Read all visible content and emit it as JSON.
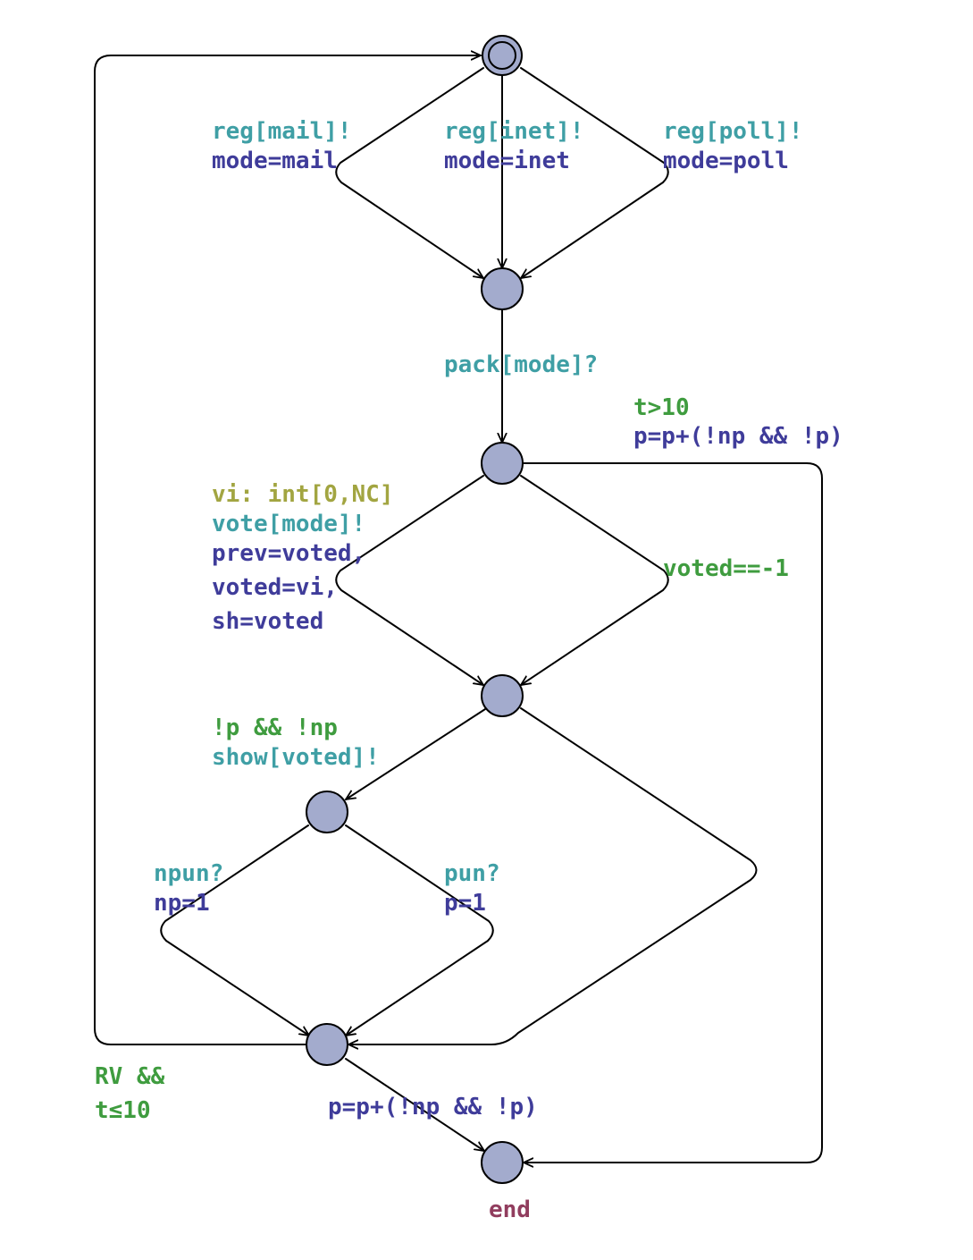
{
  "colors": {
    "sync": "#3f9fa5",
    "update": "#3f3c9a",
    "guard": "#3f9c3f",
    "select": "#a2a541",
    "name": "#913d5e",
    "location_fill": "#a3abcd"
  },
  "labels": {
    "reg_mail_sync": "reg[mail]!",
    "reg_mail_update": "mode=mail",
    "reg_inet_sync": "reg[inet]!",
    "reg_inet_update": "mode=inet",
    "reg_poll_sync": "reg[poll]!",
    "reg_poll_update": "mode=poll",
    "pack_sync": "pack[mode]?",
    "timeout_guard": "t>10",
    "timeout_update": "p=p+(!np && !p)",
    "vote_select": "vi: int[0,NC]",
    "vote_sync": "vote[mode]!",
    "vote_update_1": "prev=voted,",
    "vote_update_2": "voted=vi,",
    "vote_update_3": "sh=voted",
    "voted_guard": "voted==-1",
    "show_guard": "!p && !np",
    "show_sync": "show[voted]!",
    "npun_sync": "npun?",
    "npun_update": "np=1",
    "pun_sync": "pun?",
    "pun_update": "p=1",
    "loop_guard_1": "RV &&",
    "loop_guard_2": "t≤10",
    "end_update": "p=p+(!np && !p)",
    "end_name": "end"
  }
}
